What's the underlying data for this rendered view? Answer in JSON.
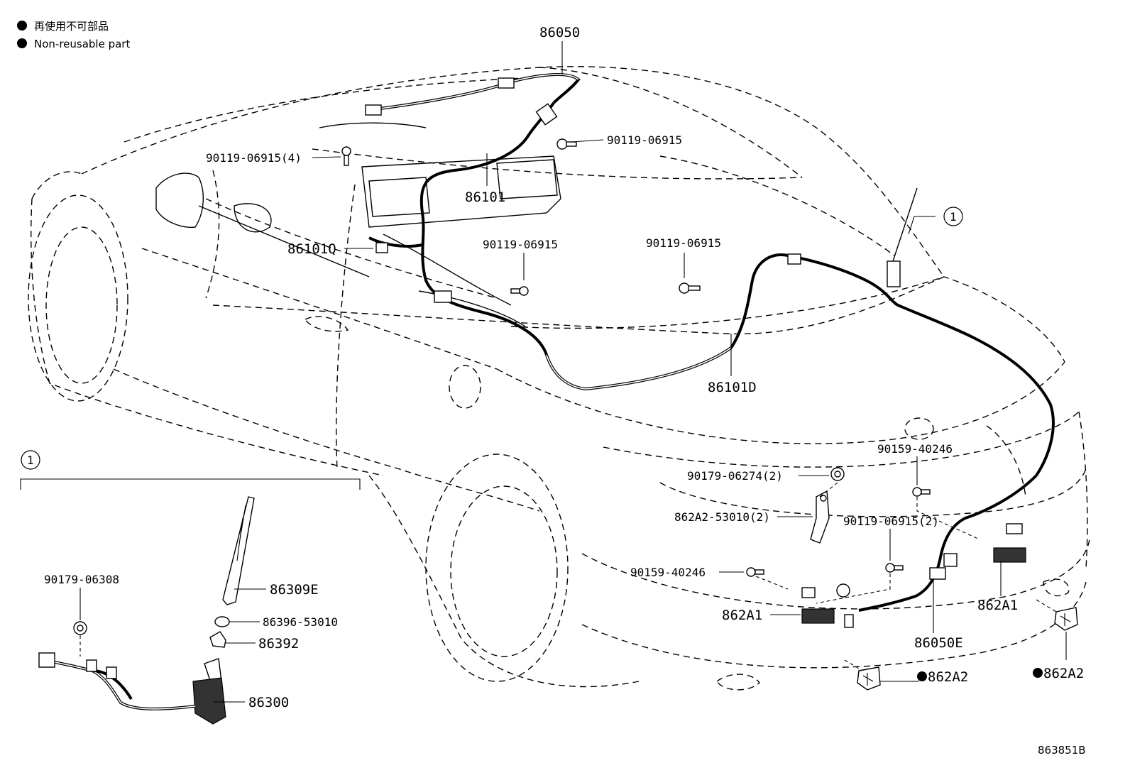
{
  "legend": {
    "items": [
      {
        "text": "再使用不可部品"
      },
      {
        "text": "Non-reusable part"
      }
    ]
  },
  "labels": {
    "p86050": "86050",
    "p90119_top_right": "90119-06915",
    "p90119_top_left": "90119-06915(4)",
    "p86101": "86101",
    "p86101q": "86101Q",
    "p90119_mid_left": "90119-06915",
    "p90119_mid_right": "90119-06915",
    "callout_main": "1",
    "p86101d": "86101D",
    "p90159_right": "90159-40246",
    "p90179_06274": "90179-06274(2)",
    "p862a2_53010": "862A2-53010(2)",
    "p90119_rear": "90119-06915(2)",
    "p90159_left": "90159-40246",
    "p862a1_left": "862A1",
    "p862a1_right": "862A1",
    "p86050e": "86050E",
    "p862a2_mid": "862A2",
    "p862a2_right": "862A2"
  },
  "inset": {
    "callout": "1",
    "p90179_06308": "90179-06308",
    "p86309e": "86309E",
    "p86396": "86396-53010",
    "p86392": "86392",
    "p86300": "86300"
  },
  "drawing_code": "863851B"
}
